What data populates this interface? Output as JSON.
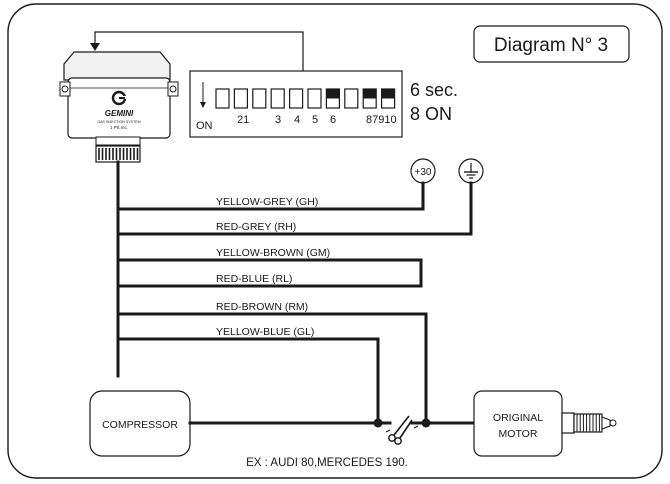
{
  "diagram": {
    "title": "Diagram N° 3",
    "example": "EX : AUDI 80,MERCEDES 190."
  },
  "ecu": {
    "brand": "GEMINI",
    "subtitle_1": "GAS INJECTION SYSTEM",
    "subtitle_2": "1 PS Inc.",
    "logo_icon": "gemini-g-icon"
  },
  "dip_switch": {
    "on_label": "ON",
    "position_labels": [
      "21",
      "3",
      "4",
      "5",
      "6",
      "87910"
    ],
    "setting_time": "6 sec.",
    "setting_on": "8 ON",
    "count": 10,
    "on_positions": [
      7,
      9,
      10
    ]
  },
  "terminals": {
    "plus30": "+30",
    "ground_icon": "ground-symbol-icon"
  },
  "wires": [
    {
      "label": "YELLOW-GREY (GH)"
    },
    {
      "label": "RED-GREY (RH)"
    },
    {
      "label": "YELLOW-BROWN (GM)"
    },
    {
      "label": "RED-BLUE (RL)"
    },
    {
      "label": "RED-BROWN (RM)"
    },
    {
      "label": "YELLOW-BLUE (GL)"
    }
  ],
  "components": {
    "compressor": "COMPRESSOR",
    "motor_line1": "ORIGINAL",
    "motor_line2": "MOTOR",
    "cut_icon": "scissors-icon",
    "motor_icon": "motor-plug-icon"
  },
  "colors": {
    "line": "#1a1a1a",
    "background": "#ffffff"
  }
}
